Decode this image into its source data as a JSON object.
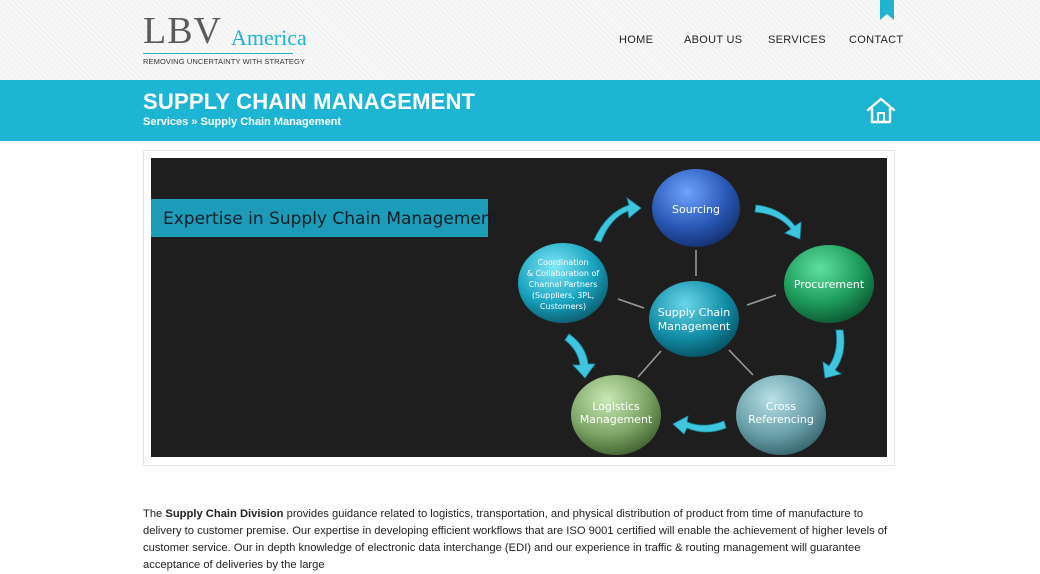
{
  "logo": {
    "lbv": "LBV",
    "america": "America",
    "tagline": "REMOVING UNCERTAINTY WITH STRATEGY"
  },
  "nav": {
    "home": "HOME",
    "about": "ABOUT US",
    "services": "SERVICES",
    "contact": "CONTACT"
  },
  "page": {
    "title": "SUPPLY CHAIN MANAGEMENT",
    "breadcrumb": "Services » Supply Chain Management"
  },
  "hero": {
    "banner": "Expertise in Supply Chain Management",
    "center": [
      "Supply Chain",
      "Management"
    ],
    "sourcing": "Sourcing",
    "procurement": "Procurement",
    "cross": [
      "Cross",
      "Referencing"
    ],
    "logistics": [
      "Logistics",
      "Management"
    ],
    "coordination": [
      "Coordination",
      "& Collaboration of",
      "Channel Partners",
      "(Suppliers, 3PL,",
      "Customers)"
    ]
  },
  "body": {
    "lead": "The ",
    "bold": "Supply Chain Division",
    "rest": " provides guidance related to logistics, transportation, and physical distribution of product from time of manufacture to delivery to customer premise. Our expertise in developing efficient workflows that are ISO 9001 certified will enable the achievement of higher levels of customer service. Our in depth knowledge of electronic data interchange (EDI) and our experience in traffic & routing management will guarantee acceptance of deliveries by the large"
  },
  "colors": {
    "accent": "#1eb4d3",
    "sourcing": "#2b5fb8",
    "procurement": "#1e9a5a",
    "cross": "#6fa3ad",
    "logistics": "#7fa86a",
    "coordination": "#19a6c2",
    "center": "#138fa8"
  }
}
